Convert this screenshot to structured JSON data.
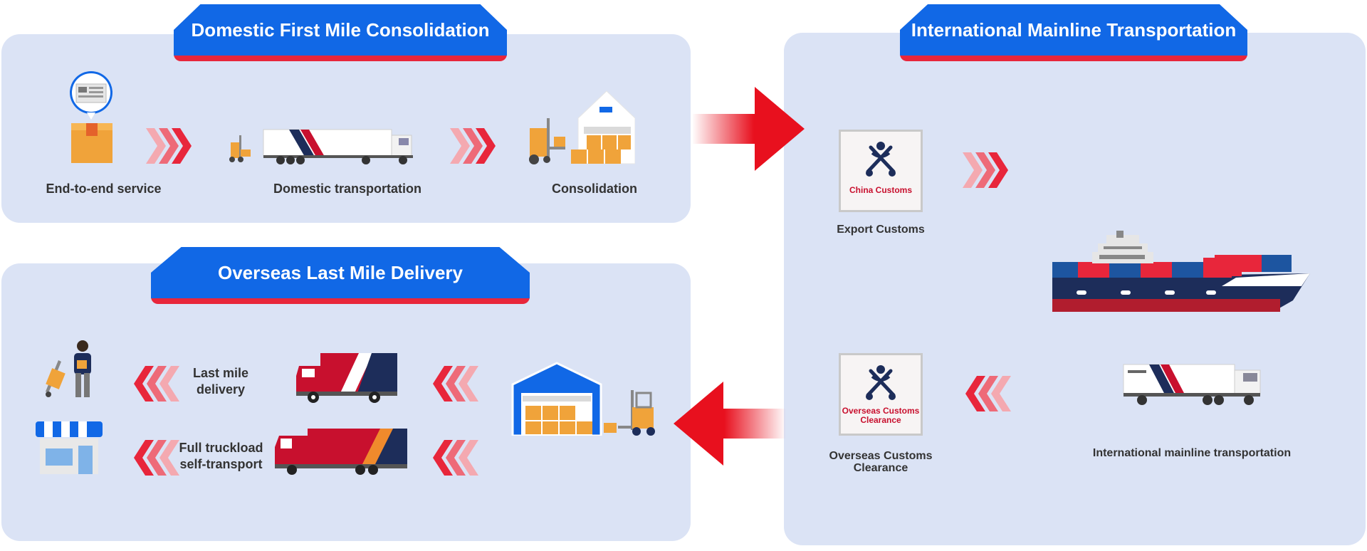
{
  "colors": {
    "panel": "#dbe3f5",
    "tab": "#1168e6",
    "tab_shadow": "#e8263b",
    "arrow": "#e8101e",
    "chevron": "#e8263b"
  },
  "domestic": {
    "title": "Domestic First Mile Consolidation",
    "steps": [
      {
        "label": "End-to-end service",
        "icon": "package-document-icon"
      },
      {
        "label": "Domestic transportation",
        "icon": "semi-truck-forklift-icon"
      },
      {
        "label": "Consolidation",
        "icon": "warehouse-forklift-icon"
      }
    ]
  },
  "international": {
    "title": "International Mainline Transportation",
    "export_customs": {
      "label": "Export Customs",
      "box_text": "China Customs"
    },
    "overseas_customs": {
      "label": "Overseas Customs Clearance",
      "box_text": "Overseas Customs Clearance"
    },
    "mainline": {
      "label": "International mainline transportation"
    }
  },
  "overseas": {
    "title": "Overseas Last Mile Delivery",
    "routes": [
      {
        "label": "Last mile delivery",
        "icon": "courier-hand-truck-icon"
      },
      {
        "label": "Full truckload self-transport",
        "icon": "storefront-icon"
      }
    ]
  }
}
